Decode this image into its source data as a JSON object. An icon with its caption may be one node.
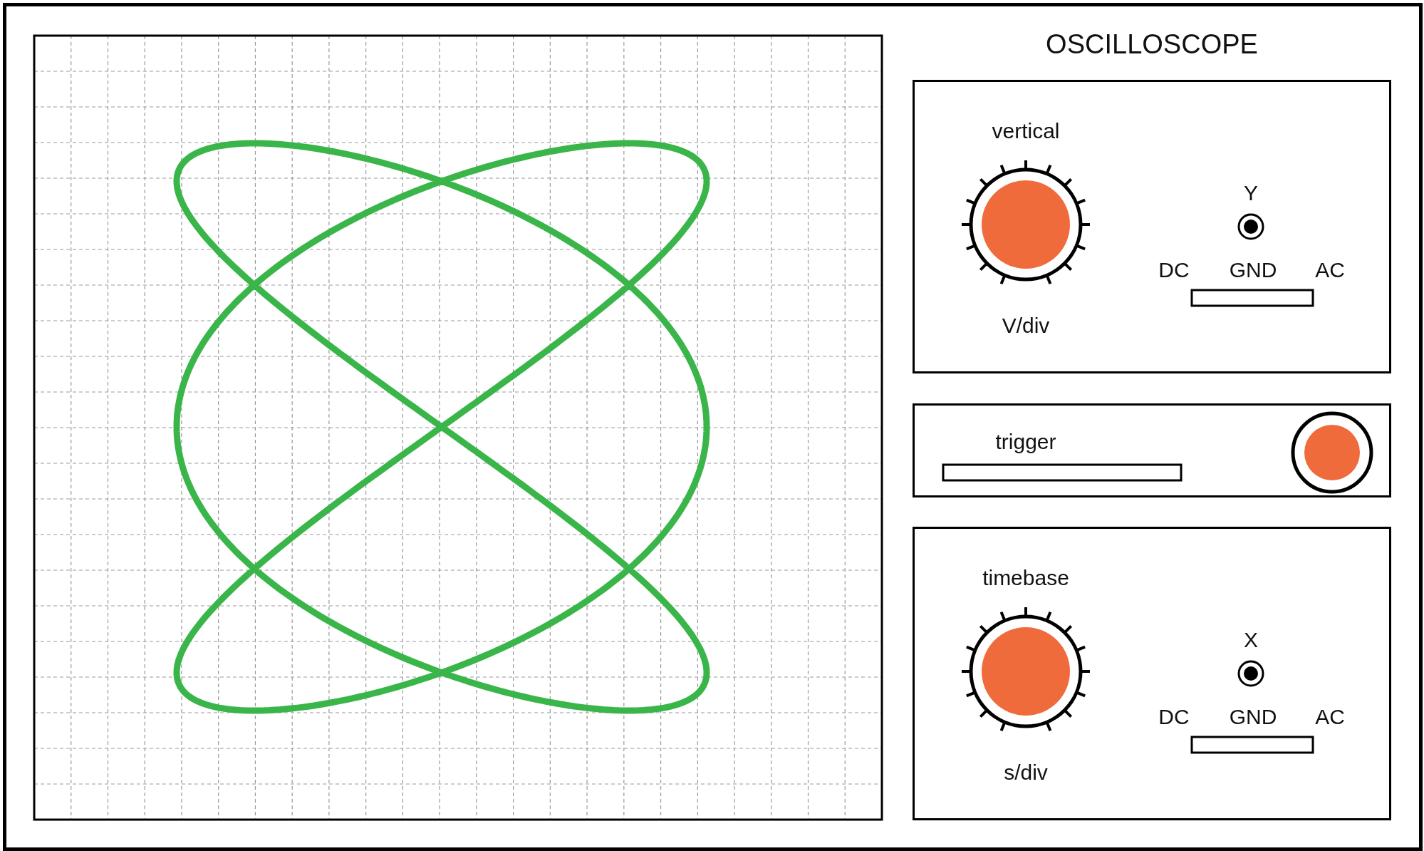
{
  "diagram": {
    "title": "OSCILLOSCOPE",
    "nodes": [
      {
        "text": [
          "vertical",
          "Y",
          "DC",
          "GND",
          "AC",
          "V/div"
        ]
      },
      {
        "text": [
          "trigger"
        ]
      },
      {
        "text": [
          "timebase",
          "X",
          "DC",
          "GND",
          "AC",
          "s/div"
        ]
      }
    ],
    "edges": []
  }
}
